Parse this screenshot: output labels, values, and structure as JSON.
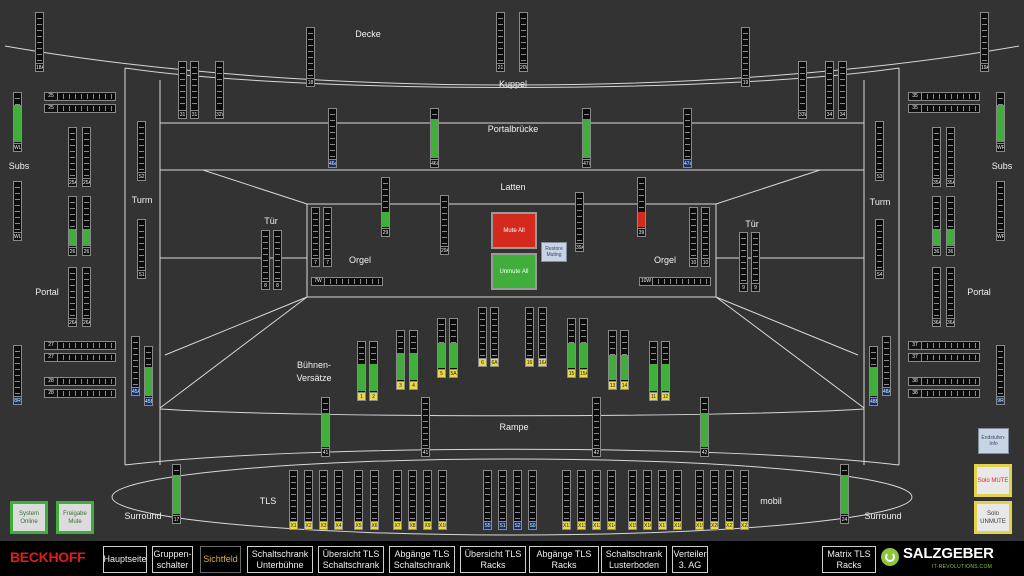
{
  "areas": {
    "decke": "Decke",
    "kuppel": "Kuppel",
    "portalbruecke": "Portalbrücke",
    "latten": "Latten",
    "turm_l": "Turm",
    "turm_r": "Turm",
    "tuer_l": "Tür",
    "tuer_r": "Tür",
    "orgel_l": "Orgel",
    "orgel_r": "Orgel",
    "subs_l": "Subs",
    "subs_r": "Subs",
    "portal_l": "Portal",
    "portal_r": "Portal",
    "buehne1": "Bühnen-",
    "buehne2": "Versätze",
    "rampe": "Rampe",
    "tls": "TLS",
    "mobil": "mobil",
    "surround_l": "Surround",
    "surround_r": "Surround"
  },
  "controls": {
    "mute_all": "Mute All",
    "unmute_all": "Unmute All",
    "restore_muting": "Restore Muting",
    "endstufen_info": "Endstufen-Info",
    "solo_mute": "Solo MUTE",
    "solo_unmute": "Solo UNMUTE",
    "system_online": "System Online",
    "freigabe_mute": "Freigabe Mute"
  },
  "colors": {
    "green": "#3fae3a",
    "red": "#d42a1e",
    "yellow_tag": "#e8d84a",
    "blue_tag": "#1a2a6a",
    "background": "#333333"
  },
  "meters": [
    {
      "id": "18A",
      "level": 0
    },
    {
      "id": "18",
      "level": 0
    },
    {
      "id": "21",
      "level": 0
    },
    {
      "id": "20W",
      "level": 0
    },
    {
      "id": "19",
      "level": 0
    },
    {
      "id": "19A",
      "level": 0
    },
    {
      "id": "31",
      "level": 0
    },
    {
      "id": "31",
      "level": 0
    },
    {
      "id": "32W",
      "level": 0
    },
    {
      "id": "33W",
      "level": 0
    },
    {
      "id": "34",
      "level": 0
    },
    {
      "id": "34",
      "level": 0
    },
    {
      "id": "46a",
      "level": 0,
      "tag": "b"
    },
    {
      "id": "46i",
      "level": 0.8,
      "color": "green"
    },
    {
      "id": "47i",
      "level": 0.8,
      "color": "green"
    },
    {
      "id": "47a",
      "level": 0,
      "tag": "b"
    },
    {
      "id": "WL1",
      "level": 0.75,
      "color": "green"
    },
    {
      "id": "WR1",
      "level": 0.75,
      "color": "green"
    },
    {
      "id": "WL2",
      "level": 0
    },
    {
      "id": "WR2",
      "level": 0
    },
    {
      "id": "S2",
      "level": 0
    },
    {
      "id": "S1",
      "level": 0
    },
    {
      "id": "S3",
      "level": 0
    },
    {
      "id": "S4",
      "level": 0
    },
    {
      "id": "25A",
      "level": 0
    },
    {
      "id": "25A",
      "level": 0
    },
    {
      "id": "26",
      "level": 0.35,
      "color": "green"
    },
    {
      "id": "26",
      "level": 0.35,
      "color": "green"
    },
    {
      "id": "26A",
      "level": 0
    },
    {
      "id": "26A",
      "level": 0
    },
    {
      "id": "35A",
      "level": 0
    },
    {
      "id": "35A",
      "level": 0
    },
    {
      "id": "36",
      "level": 0.35,
      "color": "green"
    },
    {
      "id": "36",
      "level": 0.35,
      "color": "green"
    },
    {
      "id": "36A",
      "level": 0
    },
    {
      "id": "36A",
      "level": 0
    },
    {
      "id": "8R",
      "level": 0,
      "tag": "b"
    },
    {
      "id": "9R",
      "level": 0,
      "tag": "b"
    },
    {
      "id": "29",
      "level": 0.3,
      "color": "green"
    },
    {
      "id": "29A",
      "level": 0
    },
    {
      "id": "39A",
      "level": 0
    },
    {
      "id": "39",
      "level": 0.3,
      "color": "red"
    },
    {
      "id": "7",
      "level": 0
    },
    {
      "id": "7",
      "level": 0
    },
    {
      "id": "8",
      "level": 0
    },
    {
      "id": "8",
      "level": 0
    },
    {
      "id": "10",
      "level": 0
    },
    {
      "id": "10",
      "level": 0
    },
    {
      "id": "9",
      "level": 0
    },
    {
      "id": "9",
      "level": 0
    },
    {
      "id": "45A",
      "level": 0,
      "tag": "b"
    },
    {
      "id": "45B",
      "level": 0.6,
      "color": "green",
      "tag": "b"
    },
    {
      "id": "48B",
      "level": 0.6,
      "color": "green",
      "tag": "b"
    },
    {
      "id": "48A",
      "level": 0,
      "tag": "b"
    },
    {
      "id": "1",
      "level": 0.55,
      "color": "green",
      "tag": "y"
    },
    {
      "id": "2",
      "level": 0.55,
      "color": "green",
      "tag": "y"
    },
    {
      "id": "3",
      "level": 0.55,
      "color": "green",
      "tag": "y"
    },
    {
      "id": "4",
      "level": 0.55,
      "color": "green",
      "tag": "y"
    },
    {
      "id": "5",
      "level": 0.5,
      "color": "green",
      "tag": "y"
    },
    {
      "id": "5A",
      "level": 0.5,
      "color": "green",
      "tag": "y"
    },
    {
      "id": "6",
      "level": 0,
      "tag": "y"
    },
    {
      "id": "6A",
      "level": 0,
      "tag": "y"
    },
    {
      "id": "16",
      "level": 0,
      "tag": "y"
    },
    {
      "id": "16A",
      "level": 0,
      "tag": "y"
    },
    {
      "id": "15",
      "level": 0.5,
      "color": "green",
      "tag": "y"
    },
    {
      "id": "15A",
      "level": 0.5,
      "color": "green",
      "tag": "y"
    },
    {
      "id": "13",
      "level": 0.5,
      "color": "green",
      "tag": "y"
    },
    {
      "id": "14",
      "level": 0.5,
      "color": "green",
      "tag": "y"
    },
    {
      "id": "11",
      "level": 0.55,
      "color": "green",
      "tag": "y"
    },
    {
      "id": "12",
      "level": 0.55,
      "color": "green",
      "tag": "y"
    },
    {
      "id": "41",
      "level": 0.7,
      "color": "green"
    },
    {
      "id": "41",
      "level": 0
    },
    {
      "id": "42",
      "level": 0
    },
    {
      "id": "42",
      "level": 0.7,
      "color": "green"
    },
    {
      "id": "17",
      "level": 0.8,
      "color": "green"
    },
    {
      "id": "24",
      "level": 0.8,
      "color": "green"
    },
    {
      "id": "X1",
      "level": 0,
      "tag": "y"
    },
    {
      "id": "X2",
      "level": 0,
      "tag": "y"
    },
    {
      "id": "X3",
      "level": 0,
      "tag": "y"
    },
    {
      "id": "X4",
      "level": 0,
      "tag": "y"
    },
    {
      "id": "X5",
      "level": 0,
      "tag": "y"
    },
    {
      "id": "X6",
      "level": 0,
      "tag": "y"
    },
    {
      "id": "X7",
      "level": 0,
      "tag": "y"
    },
    {
      "id": "X8",
      "level": 0,
      "tag": "y"
    },
    {
      "id": "X9",
      "level": 0,
      "tag": "y"
    },
    {
      "id": "X10",
      "level": 0,
      "tag": "y"
    },
    {
      "id": "S5",
      "level": 0,
      "tag": "b"
    },
    {
      "id": "S1",
      "level": 0,
      "tag": "b"
    },
    {
      "id": "S2",
      "level": 0,
      "tag": "b"
    },
    {
      "id": "S0",
      "level": 0,
      "tag": "b"
    },
    {
      "id": "X11",
      "level": 0,
      "tag": "y"
    },
    {
      "id": "X12",
      "level": 0,
      "tag": "y"
    },
    {
      "id": "X13",
      "level": 0,
      "tag": "y"
    },
    {
      "id": "X14",
      "level": 0,
      "tag": "y"
    },
    {
      "id": "X15",
      "level": 0,
      "tag": "y"
    },
    {
      "id": "X16",
      "level": 0,
      "tag": "y"
    },
    {
      "id": "X17",
      "level": 0,
      "tag": "y"
    },
    {
      "id": "X18",
      "level": 0,
      "tag": "y"
    },
    {
      "id": "X19",
      "level": 0,
      "tag": "y"
    },
    {
      "id": "X20",
      "level": 0,
      "tag": "y"
    },
    {
      "id": "X21",
      "level": 0,
      "tag": "y"
    },
    {
      "id": "X22",
      "level": 0,
      "tag": "y"
    }
  ],
  "hmeters": [
    {
      "id": "25",
      "level": 0
    },
    {
      "id": "25",
      "level": 0
    },
    {
      "id": "35",
      "level": 0
    },
    {
      "id": "35",
      "level": 0
    },
    {
      "id": "27",
      "level": 0
    },
    {
      "id": "27",
      "level": 0
    },
    {
      "id": "28",
      "level": 0
    },
    {
      "id": "28",
      "level": 0
    },
    {
      "id": "37",
      "level": 0
    },
    {
      "id": "37",
      "level": 0
    },
    {
      "id": "38",
      "level": 0
    },
    {
      "id": "38",
      "level": 0
    },
    {
      "id": "7W",
      "level": 0
    },
    {
      "id": "10W",
      "level": 0
    }
  ],
  "nav": {
    "brand": "BECKHOFF",
    "items": [
      "Hauptseite",
      "Gruppen-\nschalter",
      "Sichtfeld",
      "Schaltschrank\nUnterbühne",
      "Übersicht TLS\nSchaltschrank",
      "Abgänge TLS\nSchaltschrank",
      "Übersicht TLS\nRacks",
      "Abgänge TLS\nRacks",
      "Schaltschrank\nLusterboden",
      "Verteiler\n3. AG",
      "Matrix TLS\nRacks"
    ],
    "active": "Sichtfeld",
    "logo": "SALZGEBER",
    "logo_sub": "IT-REVOLUTIONS.COM"
  }
}
